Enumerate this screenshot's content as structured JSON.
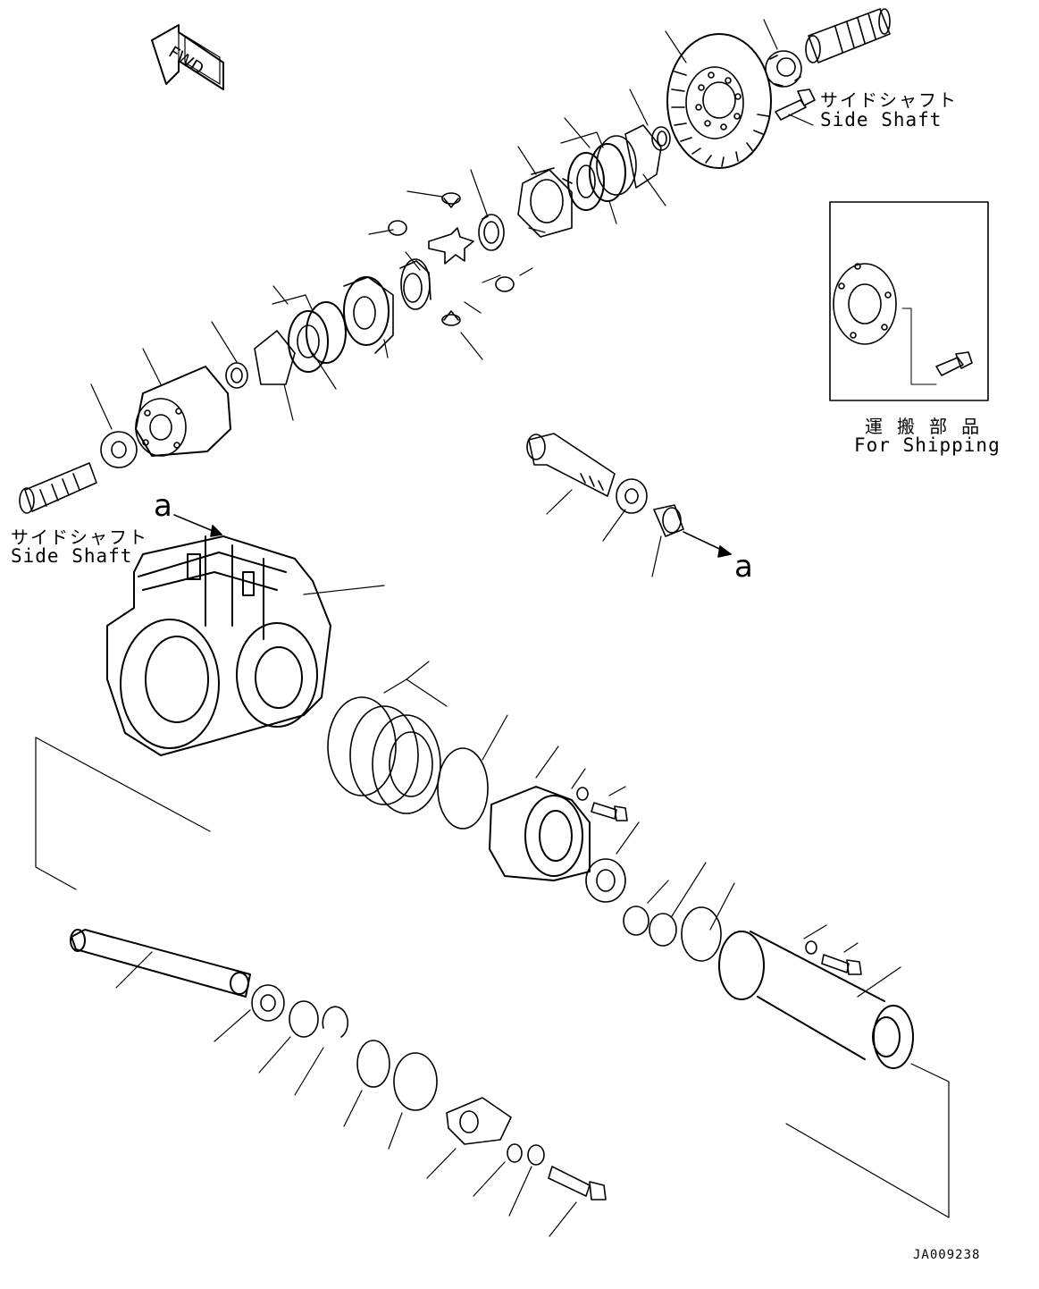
{
  "fwd_label": "FWD",
  "side_shaft_top": {
    "jp": "サイドシャフト",
    "en": "Side Shaft"
  },
  "side_shaft_left": {
    "jp": "サイドシャフト",
    "en": "Side Shaft"
  },
  "shipping_box": {
    "jp": "運 搬 部 品",
    "en": "For Shipping"
  },
  "ref_a_top": "a",
  "ref_a_right": "a",
  "drawing_code": "JA009238"
}
